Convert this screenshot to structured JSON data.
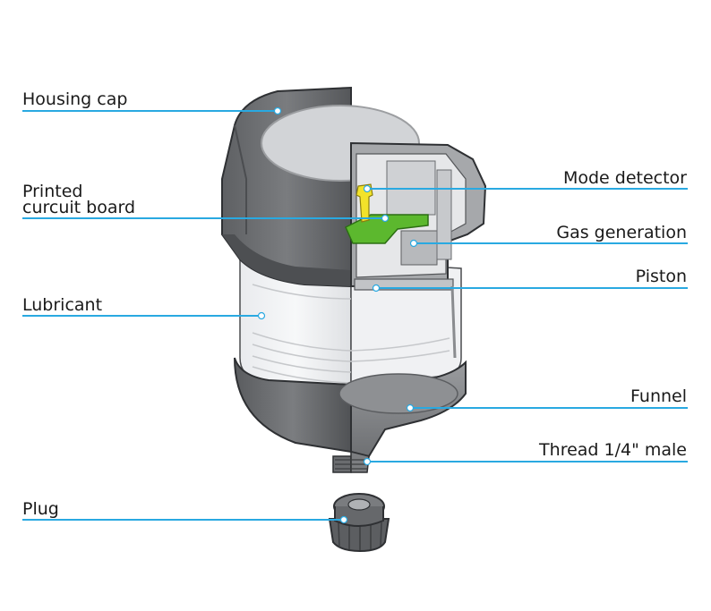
{
  "labels": {
    "housing_cap": "Housing cap",
    "pcb_line1": "Printed",
    "pcb_line2": "curcuit board",
    "lubricant": "Lubricant",
    "plug": "Plug",
    "mode_detector": "Mode detector",
    "gas_generation": "Gas generation",
    "piston": "Piston",
    "funnel": "Funnel",
    "thread": "Thread 1/4\" male"
  },
  "colors": {
    "leader_line": "#29a9e1",
    "housing_dark": "#6b6d70",
    "housing_mid": "#8a8c8f",
    "housing_light": "#b9bbbe",
    "pcb_green": "#5cb82e",
    "detector_yellow": "#f2e22a"
  }
}
